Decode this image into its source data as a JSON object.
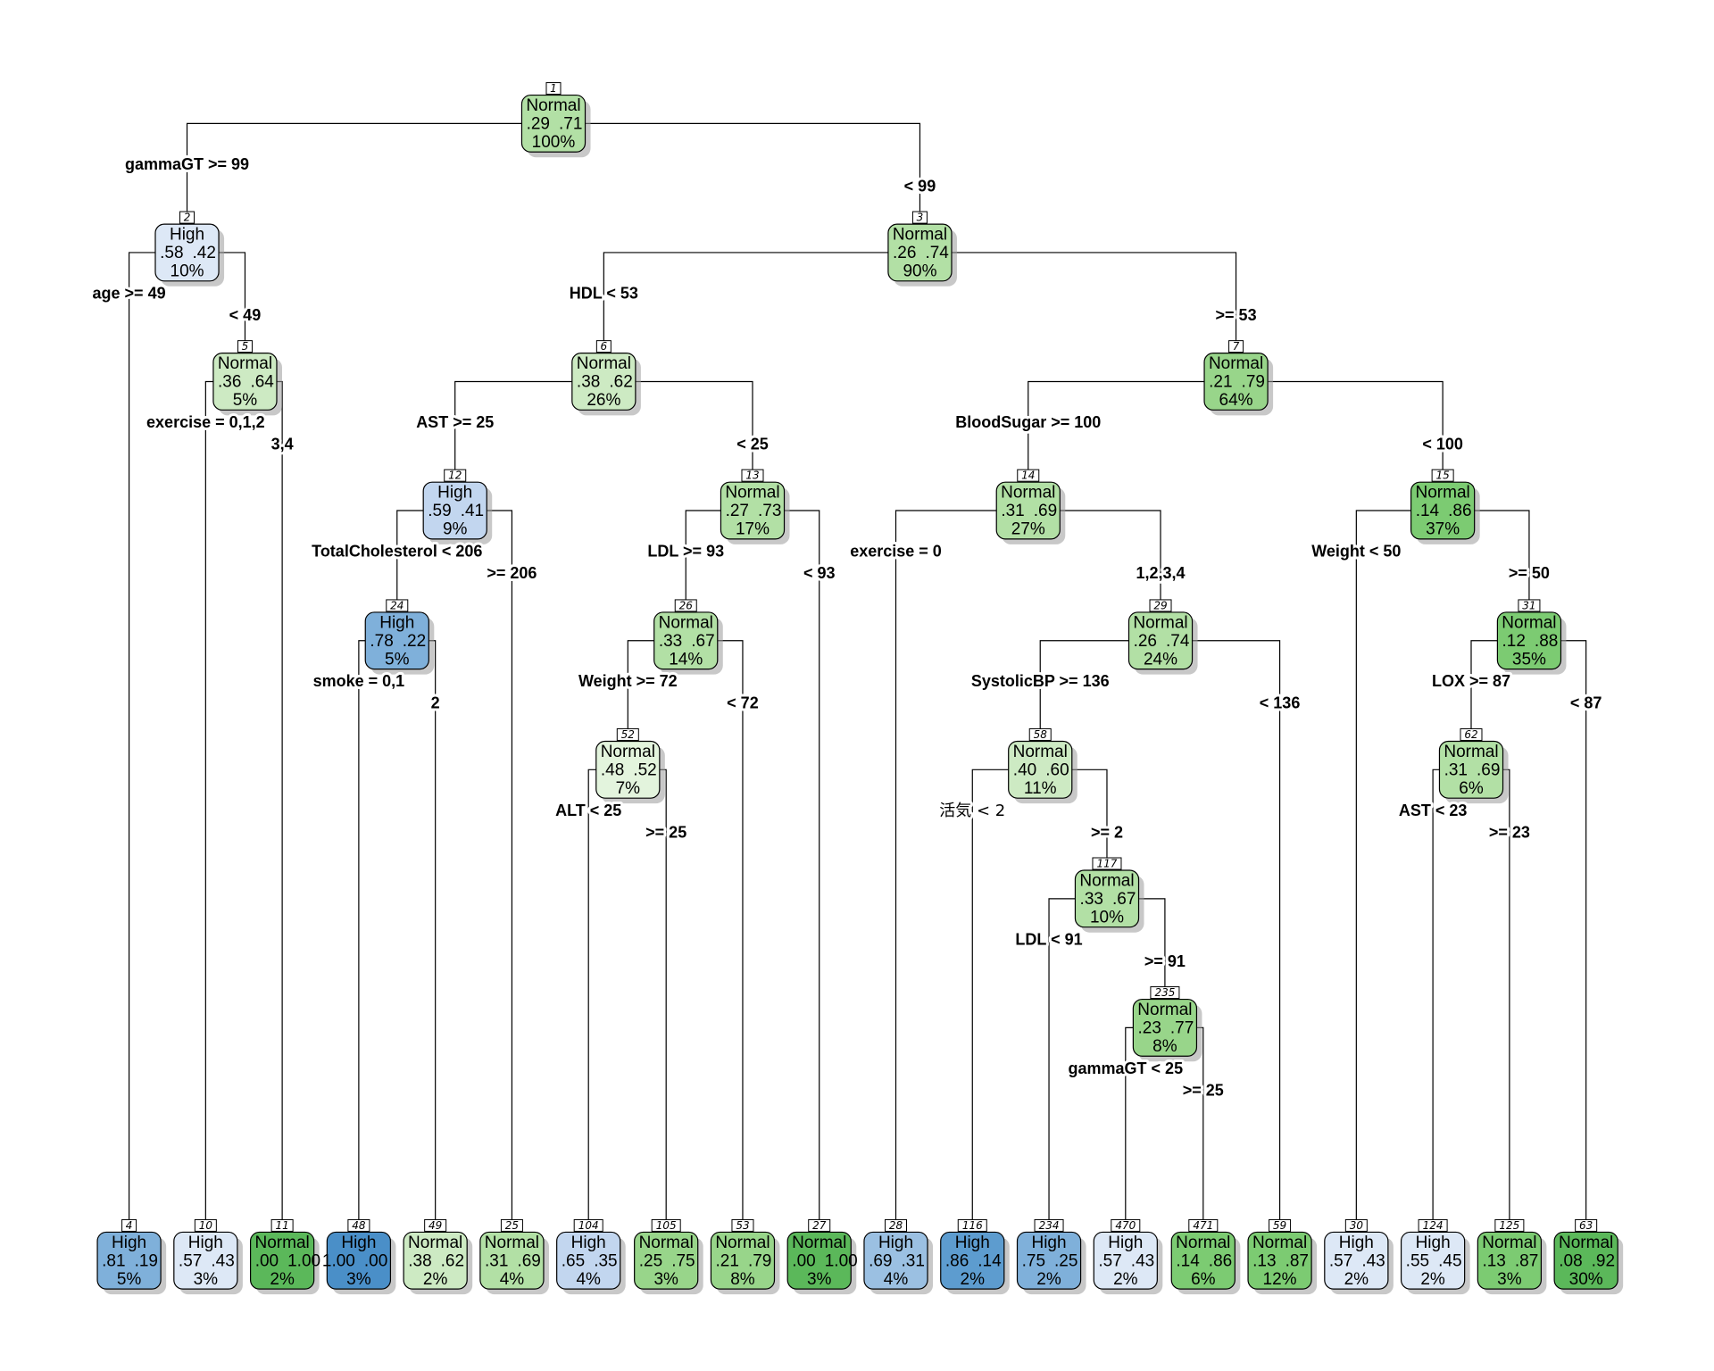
{
  "colors": {
    "High": [
      "#dde8f6",
      "#c2d6ef",
      "#9bc0e2",
      "#7fb0da",
      "#5d9ccf",
      "#4a8fc8"
    ],
    "Normal": [
      "#e3f4dd",
      "#cdeac3",
      "#b2e0a5",
      "#98d58a",
      "#7ccb72",
      "#5bb85a"
    ]
  },
  "nodes": [
    {
      "id": "1",
      "label": "Normal",
      "p1": ".29",
      "p2": ".71",
      "pct": "100%"
    },
    {
      "id": "2",
      "label": "High",
      "p1": ".58",
      "p2": ".42",
      "pct": "10%"
    },
    {
      "id": "3",
      "label": "Normal",
      "p1": ".26",
      "p2": ".74",
      "pct": "90%"
    },
    {
      "id": "5",
      "label": "Normal",
      "p1": ".36",
      "p2": ".64",
      "pct": "5%"
    },
    {
      "id": "6",
      "label": "Normal",
      "p1": ".38",
      "p2": ".62",
      "pct": "26%"
    },
    {
      "id": "7",
      "label": "Normal",
      "p1": ".21",
      "p2": ".79",
      "pct": "64%"
    },
    {
      "id": "12",
      "label": "High",
      "p1": ".59",
      "p2": ".41",
      "pct": "9%"
    },
    {
      "id": "13",
      "label": "Normal",
      "p1": ".27",
      "p2": ".73",
      "pct": "17%"
    },
    {
      "id": "14",
      "label": "Normal",
      "p1": ".31",
      "p2": ".69",
      "pct": "27%"
    },
    {
      "id": "15",
      "label": "Normal",
      "p1": ".14",
      "p2": ".86",
      "pct": "37%"
    },
    {
      "id": "24",
      "label": "High",
      "p1": ".78",
      "p2": ".22",
      "pct": "5%"
    },
    {
      "id": "26",
      "label": "Normal",
      "p1": ".33",
      "p2": ".67",
      "pct": "14%"
    },
    {
      "id": "29",
      "label": "Normal",
      "p1": ".26",
      "p2": ".74",
      "pct": "24%"
    },
    {
      "id": "31",
      "label": "Normal",
      "p1": ".12",
      "p2": ".88",
      "pct": "35%"
    },
    {
      "id": "52",
      "label": "Normal",
      "p1": ".48",
      "p2": ".52",
      "pct": "7%"
    },
    {
      "id": "58",
      "label": "Normal",
      "p1": ".40",
      "p2": ".60",
      "pct": "11%"
    },
    {
      "id": "62",
      "label": "Normal",
      "p1": ".31",
      "p2": ".69",
      "pct": "6%"
    },
    {
      "id": "117",
      "label": "Normal",
      "p1": ".33",
      "p2": ".67",
      "pct": "10%"
    },
    {
      "id": "235",
      "label": "Normal",
      "p1": ".23",
      "p2": ".77",
      "pct": "8%"
    },
    {
      "id": "4",
      "label": "High",
      "p1": ".81",
      "p2": ".19",
      "pct": "5%"
    },
    {
      "id": "10",
      "label": "High",
      "p1": ".57",
      "p2": ".43",
      "pct": "3%"
    },
    {
      "id": "11",
      "label": "Normal",
      "p1": ".00",
      "p2": "1.00",
      "pct": "2%"
    },
    {
      "id": "48",
      "label": "High",
      "p1": "1.00",
      "p2": ".00",
      "pct": "3%"
    },
    {
      "id": "49",
      "label": "Normal",
      "p1": ".38",
      "p2": ".62",
      "pct": "2%"
    },
    {
      "id": "25",
      "label": "Normal",
      "p1": ".31",
      "p2": ".69",
      "pct": "4%"
    },
    {
      "id": "104",
      "label": "High",
      "p1": ".65",
      "p2": ".35",
      "pct": "4%"
    },
    {
      "id": "105",
      "label": "Normal",
      "p1": ".25",
      "p2": ".75",
      "pct": "3%"
    },
    {
      "id": "53",
      "label": "Normal",
      "p1": ".21",
      "p2": ".79",
      "pct": "8%"
    },
    {
      "id": "27",
      "label": "Normal",
      "p1": ".00",
      "p2": "1.00",
      "pct": "3%"
    },
    {
      "id": "28",
      "label": "High",
      "p1": ".69",
      "p2": ".31",
      "pct": "4%"
    },
    {
      "id": "116",
      "label": "High",
      "p1": ".86",
      "p2": ".14",
      "pct": "2%"
    },
    {
      "id": "234",
      "label": "High",
      "p1": ".75",
      "p2": ".25",
      "pct": "2%"
    },
    {
      "id": "470",
      "label": "High",
      "p1": ".57",
      "p2": ".43",
      "pct": "2%"
    },
    {
      "id": "471",
      "label": "Normal",
      "p1": ".14",
      "p2": ".86",
      "pct": "6%"
    },
    {
      "id": "59",
      "label": "Normal",
      "p1": ".13",
      "p2": ".87",
      "pct": "12%"
    },
    {
      "id": "30",
      "label": "High",
      "p1": ".57",
      "p2": ".43",
      "pct": "2%"
    },
    {
      "id": "124",
      "label": "High",
      "p1": ".55",
      "p2": ".45",
      "pct": "2%"
    },
    {
      "id": "125",
      "label": "Normal",
      "p1": ".13",
      "p2": ".87",
      "pct": "3%"
    },
    {
      "id": "63",
      "label": "Normal",
      "p1": ".08",
      "p2": ".92",
      "pct": "30%"
    }
  ],
  "splits": [
    {
      "parent": "1",
      "left_child": "2",
      "right_child": "3",
      "left": "gammaGT >= 99",
      "right": "< 99"
    },
    {
      "parent": "2",
      "left_child": "4",
      "right_child": "5",
      "left": "age >= 49",
      "right": "< 49"
    },
    {
      "parent": "3",
      "left_child": "6",
      "right_child": "7",
      "left": "HDL < 53",
      "right": ">= 53"
    },
    {
      "parent": "5",
      "left_child": "10",
      "right_child": "11",
      "left": "exercise = 0,1,2",
      "right": "3,4"
    },
    {
      "parent": "6",
      "left_child": "12",
      "right_child": "13",
      "left": "AST >= 25",
      "right": "< 25"
    },
    {
      "parent": "7",
      "left_child": "14",
      "right_child": "15",
      "left": "BloodSugar >= 100",
      "right": "< 100"
    },
    {
      "parent": "12",
      "left_child": "24",
      "right_child": "25",
      "left": "TotalCholesterol < 206",
      "right": ">= 206"
    },
    {
      "parent": "13",
      "left_child": "26",
      "right_child": "27",
      "left": "LDL >= 93",
      "right": "< 93"
    },
    {
      "parent": "14",
      "left_child": "28",
      "right_child": "29",
      "left": "exercise = 0",
      "right": "1,2,3,4"
    },
    {
      "parent": "15",
      "left_child": "30",
      "right_child": "31",
      "left": "Weight < 50",
      "right": ">= 50"
    },
    {
      "parent": "24",
      "left_child": "48",
      "right_child": "49",
      "left": "smoke = 0,1",
      "right": "2"
    },
    {
      "parent": "26",
      "left_child": "52",
      "right_child": "53",
      "left": "Weight >= 72",
      "right": "< 72"
    },
    {
      "parent": "29",
      "left_child": "58",
      "right_child": "59",
      "left": "SystolicBP >= 136",
      "right": "< 136"
    },
    {
      "parent": "31",
      "left_child": "62",
      "right_child": "63",
      "left": "LOX >= 87",
      "right": "< 87"
    },
    {
      "parent": "52",
      "left_child": "104",
      "right_child": "105",
      "left": "ALT < 25",
      "right": ">= 25"
    },
    {
      "parent": "58",
      "left_child": "116",
      "right_child": "117",
      "left": "活気 < 2",
      "right": ">= 2"
    },
    {
      "parent": "62",
      "left_child": "124",
      "right_child": "125",
      "left": "AST < 23",
      "right": ">= 23"
    },
    {
      "parent": "117",
      "left_child": "234",
      "right_child": "235",
      "left": "LDL < 91",
      "right": ">= 91"
    },
    {
      "parent": "235",
      "left_child": "470",
      "right_child": "471",
      "left": "gammaGT < 25",
      "right": ">= 25"
    }
  ]
}
